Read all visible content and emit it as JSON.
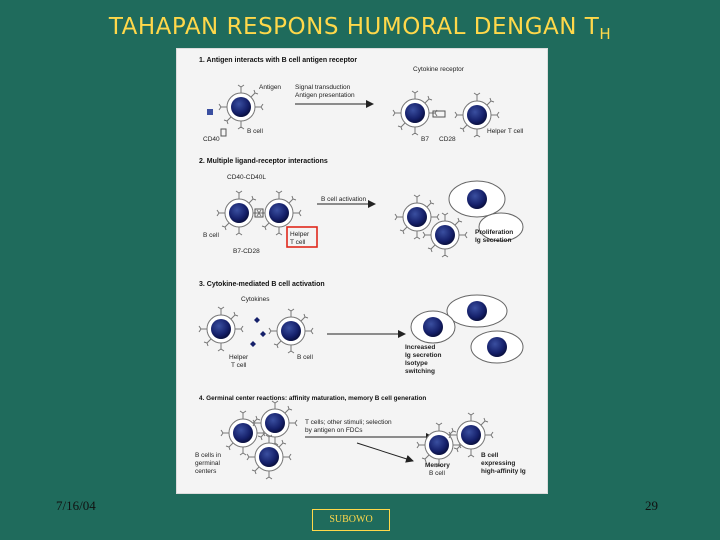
{
  "slide": {
    "title": "TAHAPAN RESPONS HUMORAL DENGAN T",
    "title_subscript": "H",
    "date": "7/16/04",
    "page_number": "29",
    "author": "SUBOWO"
  },
  "figure": {
    "panel1": {
      "heading": "1. Antigen interacts with B cell antigen receptor",
      "antigen": "Antigen",
      "b_cell": "B cell",
      "cd40": "CD40",
      "arrow_line1": "Signal transduction",
      "arrow_line2": "Antigen presentation",
      "cytokine_receptor": "Cytokine receptor",
      "b7": "B7",
      "cd28": "CD28",
      "helper": "Helper T cell"
    },
    "panel2": {
      "heading": "2. Multiple ligand-receptor interactions",
      "cd40_cd40l": "CD40-CD40L",
      "arrow": "B cell activation",
      "b_cell": "B cell",
      "helper_line1": "Helper",
      "helper_line2": "T cell",
      "b7_cd28": "B7-CD28",
      "prolif_line1": "Proliferation",
      "prolif_line2": "Ig secretion"
    },
    "panel3": {
      "heading": "3. Cytokine-mediated B cell activation",
      "cytokines": "Cytokines",
      "helper_line1": "Helper",
      "helper_line2": "T cell",
      "b_cell": "B cell",
      "out_line1": "Increased",
      "out_line2": "Ig secretion",
      "out_line3": "Isotype",
      "out_line4": "switching"
    },
    "panel4": {
      "heading": "4. Germinal center reactions: affinity maturation, memory B cell generation",
      "arrow_line1": "T cells; other stimuli; selection",
      "arrow_line2": "by antigen on FDCs",
      "left_line1": "B cells in",
      "left_line2": "germinal",
      "left_line3": "centers",
      "memory_line1": "Memory",
      "memory_line2": "B cell",
      "bcell_line1": "B cell",
      "bcell_line2": "expressing",
      "bcell_line3": "high-affinity Ig"
    }
  }
}
